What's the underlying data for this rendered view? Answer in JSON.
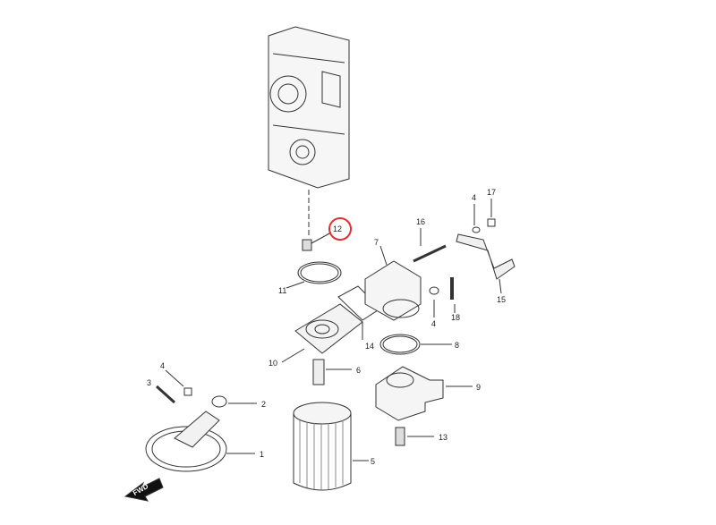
{
  "diagram": {
    "highlight_color": "#e03030",
    "highlighted_part": "12",
    "direction_arrow": "FWD",
    "callouts": [
      "1",
      "2",
      "3",
      "4",
      "5",
      "6",
      "7",
      "8",
      "9",
      "10",
      "11",
      "12",
      "13",
      "14",
      "15",
      "16",
      "17",
      "18",
      "4",
      "4"
    ]
  }
}
